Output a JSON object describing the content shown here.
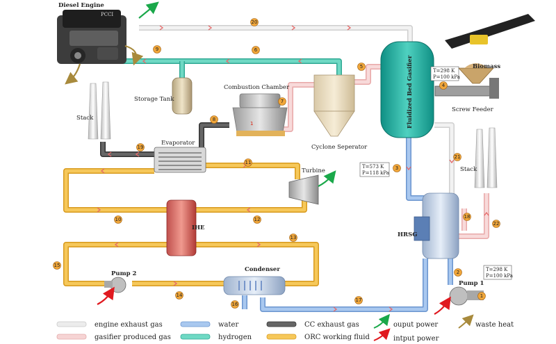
{
  "labels": {
    "diesel_engine": "Diesel Engine",
    "pcci": "PCCI",
    "combustion_chamber": "Combustion Chamber",
    "storage_tank": "Storage Tank",
    "stack_left": "Stack",
    "evaporator": "Evaporator",
    "cyclone": "Cyclone Seperator",
    "gasifier": "Fluidized Bed Gasifier",
    "biomass": "Biomass",
    "screw_feeder": "Screw Feeder",
    "turbine": "Turbine",
    "ihe": "IHE",
    "stack_right": "Stack",
    "hrsg": "HRSG",
    "pump2": "Pump 2",
    "pump1": "Pump 1",
    "condenser": "Condenser"
  },
  "conditions": {
    "biomass_t": "T=298 K",
    "biomass_p": "P=100 kPa",
    "state3_t": "T=573 K",
    "state3_p": "P=118 kPa",
    "pump1_t": "T=298 K",
    "pump1_p": "P=100 kPa"
  },
  "states": [
    "1",
    "2",
    "3",
    "4",
    "5",
    "6",
    "7",
    "8",
    "9",
    "10",
    "11",
    "12",
    "13",
    "14",
    "15",
    "16",
    "17",
    "18",
    "19",
    "20",
    "21",
    "22"
  ],
  "legend": {
    "engine_exhaust": "engine exhaust gas",
    "gasifier_gas": "gasifier produced gas",
    "water": "water",
    "hydrogen": "hydrogen",
    "cc_exhaust": "CC exhaust gas",
    "orc_fluid": "ORC working fluid",
    "output_power": "ouput power",
    "input_power": "intput power",
    "waste_heat": "waste heat"
  },
  "colors": {
    "engine_exhaust": "#e3e3e3",
    "gasifier_gas": "#f3caca",
    "water": "#8fb4e3",
    "hydrogen": "#5fc7b3",
    "cc_exhaust": "#4a4a4a",
    "orc_fluid": "#f3b93a",
    "output_power": "#1aa84a",
    "input_power": "#e0191f",
    "waste_heat": "#a88a3c",
    "marker": "#f0a63a"
  }
}
